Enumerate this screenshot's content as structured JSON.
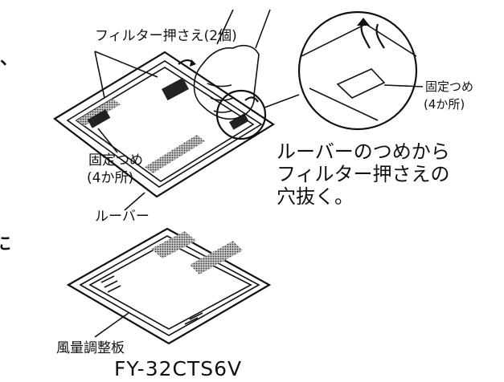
{
  "labels": {
    "filter_holder": "フィルター押さえ(2個)",
    "fixing_claw_left": "固定つめ",
    "fixing_claw_left_count": "(4か所)",
    "fixing_claw_right": "固定つめ",
    "fixing_claw_right_count": "(4か所)",
    "louver": "ルーバー",
    "airflow_plate": "風量調整板"
  },
  "instruction": {
    "line1": "ルーバーのつめから",
    "line2": "フィルター押さえの",
    "line3": "穴抜く。"
  },
  "edge_fragments": {
    "top": "を、",
    "bottom": "に"
  },
  "model": "FY-32CTS6V"
}
